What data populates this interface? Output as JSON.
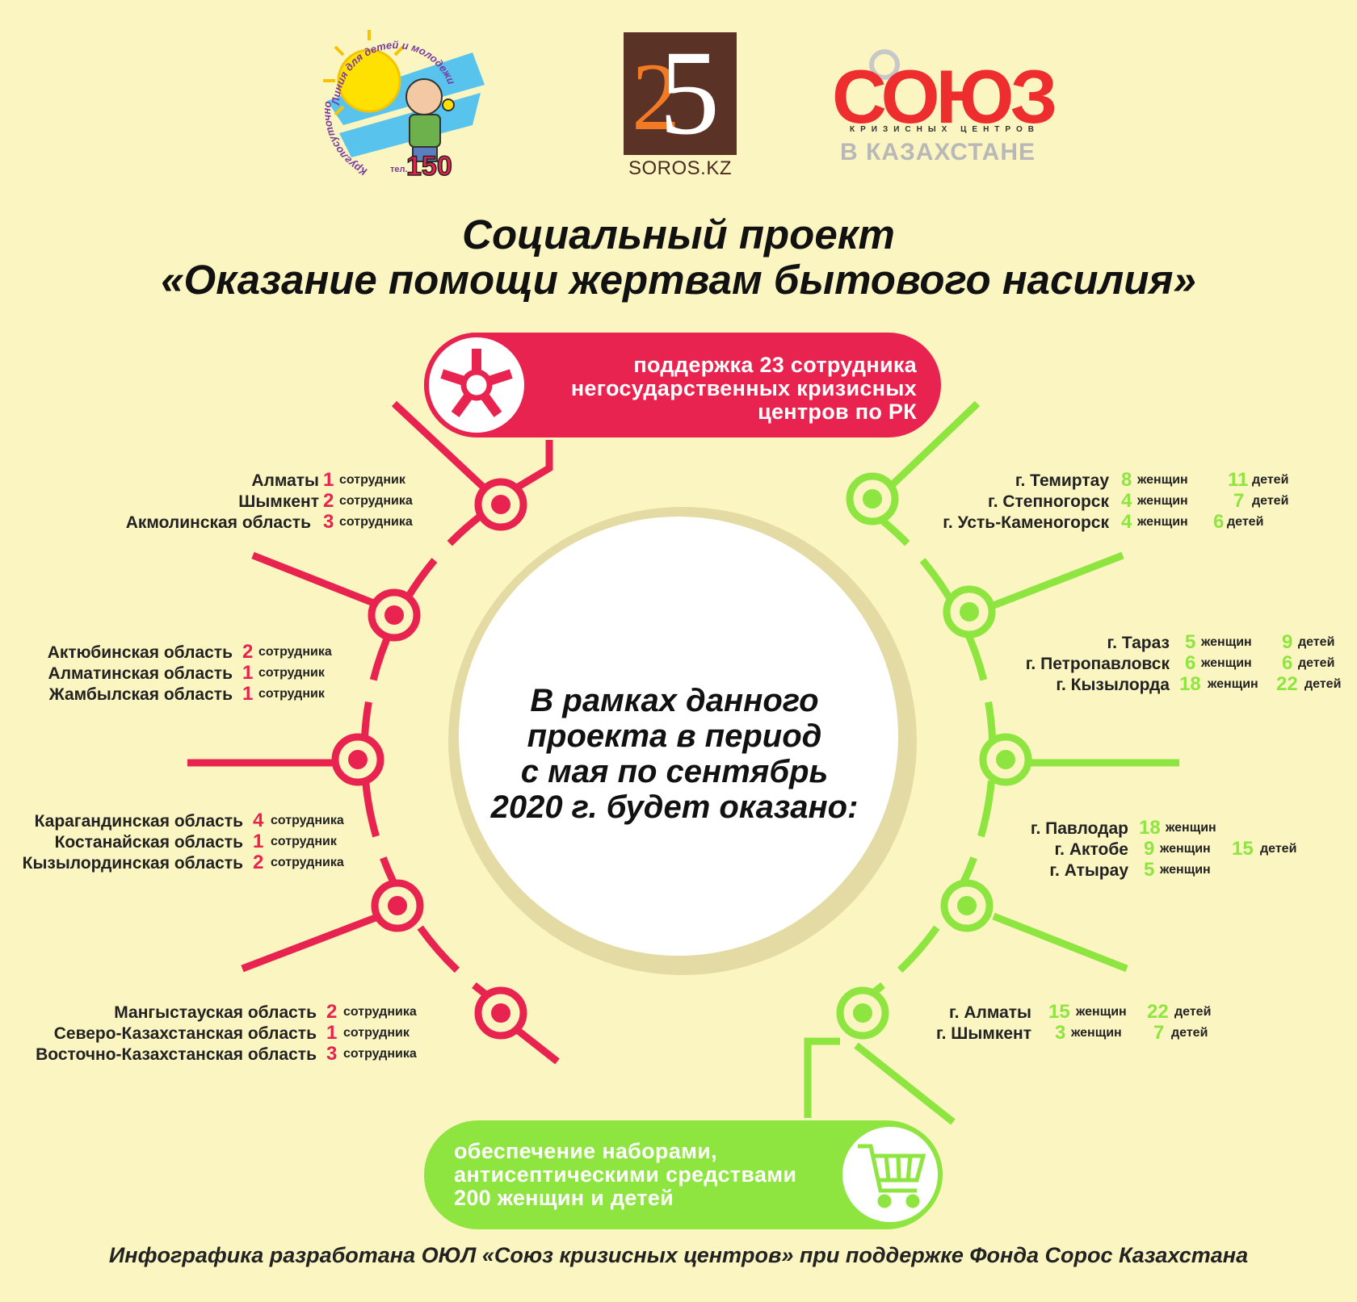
{
  "logos": {
    "hotline_ring_text": "Линия для детей и молодежи",
    "hotline_ring_text2": "Круглосуточно",
    "hotline_phone_label": "тел.",
    "hotline_number": "150",
    "soros_number_a": "2",
    "soros_number_b": "5",
    "soros_text": "SOROS.KZ",
    "union_title": "СОЮЗ",
    "union_sub": "КРИЗИСНЫХ ЦЕНТРОВ",
    "union_country": "В КАЗАХСТАНЕ"
  },
  "title": {
    "line1": "Социальный проект",
    "line2": "«Оказание помощи жертвам бытового насилия»"
  },
  "top_pill": {
    "line1": "поддержка 23 сотрудника",
    "line2": "негосударственных кризисных",
    "line3": "центров по РК",
    "icon": "hands-circle-icon"
  },
  "bottom_pill": {
    "line1": "обеспечение наборами,",
    "line2": "антисептическими средствами",
    "line3": "200 женщин и детей",
    "icon": "shopping-cart-icon"
  },
  "center": {
    "line1": "В рамках данного",
    "line2": "проекта в период",
    "line3": "с мая по сентябрь",
    "line4": "2020 г. будет оказано:"
  },
  "left_groups": [
    [
      {
        "label": "Алматы",
        "num": "1",
        "unit": "сотрудник"
      },
      {
        "label": "Шымкент",
        "num": "2",
        "unit": "сотрудника"
      },
      {
        "label": "Акмолинская область",
        "num": "3",
        "unit": "сотрудника"
      }
    ],
    [
      {
        "label": "Актюбинская область",
        "num": "2",
        "unit": "сотрудника"
      },
      {
        "label": "Алматинская область",
        "num": "1",
        "unit": "сотрудник"
      },
      {
        "label": "Жамбылская область",
        "num": "1",
        "unit": "сотрудник"
      }
    ],
    [
      {
        "label": "Карагандинская область",
        "num": "4",
        "unit": "сотрудника"
      },
      {
        "label": "Костанайская область",
        "num": "1",
        "unit": "сотрудник"
      },
      {
        "label": "Кызылординская область",
        "num": "2",
        "unit": "сотрудника"
      }
    ],
    [
      {
        "label": "Мангыстауская область",
        "num": "2",
        "unit": "сотрудника"
      },
      {
        "label": "Северо-Казахстанская область",
        "num": "1",
        "unit": "сотрудник"
      },
      {
        "label": "Восточно-Казахстанская область",
        "num": "3",
        "unit": "сотрудника"
      }
    ]
  ],
  "right_groups": [
    [
      {
        "label": "г. Темиртау",
        "w": "8",
        "wu": "женщин",
        "c": "11",
        "cu": "детей"
      },
      {
        "label": "г. Степногорск",
        "w": "4",
        "wu": "женщин",
        "c": "7",
        "cu": "детей"
      },
      {
        "label": "г. Усть-Каменогорск",
        "w": "4",
        "wu": "женщин",
        "c": "6",
        "cu": "детей"
      }
    ],
    [
      {
        "label": "г. Тараз",
        "w": "5",
        "wu": "женщин",
        "c": "9",
        "cu": "детей"
      },
      {
        "label": "г. Петропавловск",
        "w": "6",
        "wu": "женщин",
        "c": "6",
        "cu": "детей"
      },
      {
        "label": "г. Кызылорда",
        "w": "18",
        "wu": "женщин",
        "c": "22",
        "cu": "детей"
      }
    ],
    [
      {
        "label": "г. Павлодар",
        "w": "18",
        "wu": "женщин",
        "c": "",
        "cu": ""
      },
      {
        "label": "г. Актобе",
        "w": "9",
        "wu": "женщин",
        "c": "15",
        "cu": "детей"
      },
      {
        "label": "г. Атырау",
        "w": "5",
        "wu": "женщин",
        "c": "",
        "cu": ""
      }
    ],
    [
      {
        "label": "г. Алматы",
        "w": "15",
        "wu": "женщин",
        "c": "22",
        "cu": "детей"
      },
      {
        "label": "г. Шымкент",
        "w": "3",
        "wu": "женщин",
        "c": "7",
        "cu": "детей"
      }
    ]
  ],
  "footer": "Инфографика разработана ОЮЛ «Союз кризисных центров» при поддержке Фонда Сорос Казахстана",
  "colors": {
    "background": "#fbf5c1",
    "red": "#e9234f",
    "green": "#8ee53f",
    "brown": "#5a3226",
    "orange": "#f27a24"
  }
}
